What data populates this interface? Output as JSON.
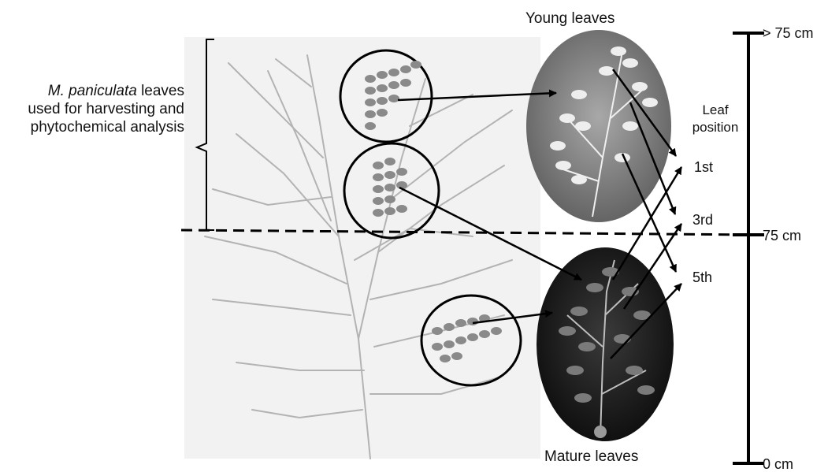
{
  "caption": {
    "species": "M. paniculata",
    "text_line1": " leaves",
    "text_rest": "used for harvesting and phytochemical analysis"
  },
  "labels": {
    "young_leaves": "Young leaves",
    "mature_leaves": "Mature leaves"
  },
  "leaf_position": {
    "heading": "Leaf position",
    "positions": [
      "1st",
      "3rd",
      "5th"
    ]
  },
  "height_scale": {
    "top": "> 75 cm",
    "middle": "75 cm",
    "bottom": "0 cm"
  },
  "colors": {
    "line": "#000000",
    "sketch": "#9a9a9a",
    "young_photo": "#8a8a8a",
    "mature_photo": "#1e1e1e"
  }
}
